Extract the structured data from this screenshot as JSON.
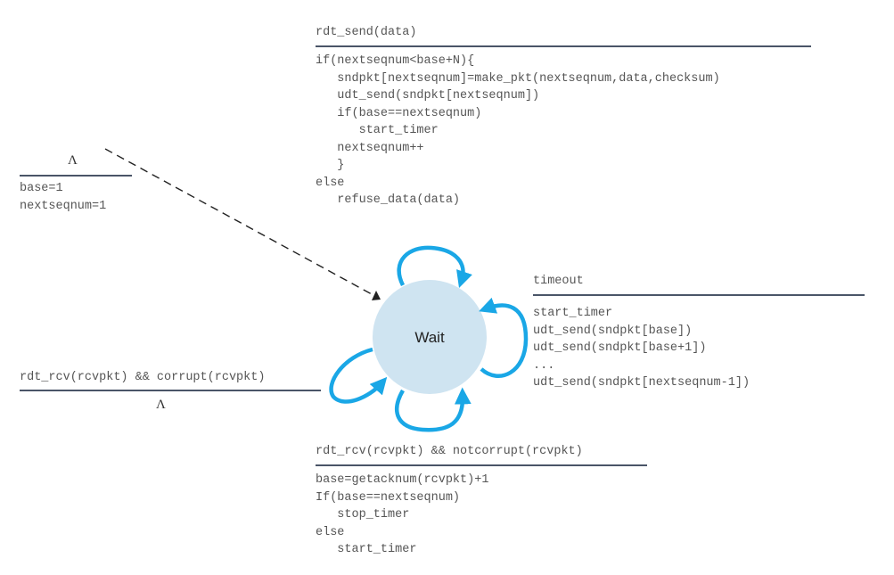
{
  "diagram": {
    "type": "finite-state-machine",
    "title": "GBN sender extended FSM",
    "colors": {
      "state_fill": "#cfe4f1",
      "loop_arrow": "#1aa7e6",
      "rule": "#4a5568",
      "text": "#555555",
      "init_arrow": "#222222"
    },
    "state": {
      "label": "Wait"
    },
    "initial": {
      "event": "Λ",
      "actions": [
        "base=1",
        "nextseqnum=1"
      ]
    },
    "transitions": {
      "send": {
        "event": "rdt_send(data)",
        "actions": [
          "if(nextseqnum<base+N){",
          "   sndpkt[nextseqnum]=make_pkt(nextseqnum,data,checksum)",
          "   udt_send(sndpkt[nextseqnum])",
          "   if(base==nextseqnum)",
          "      start_timer",
          "   nextseqnum++",
          "   }",
          "else",
          "   refuse_data(data)"
        ]
      },
      "timeout": {
        "event": "timeout",
        "actions": [
          "start_timer",
          "udt_send(sndpkt[base])",
          "udt_send(sndpkt[base+1])",
          "...",
          "udt_send(sndpkt[nextseqnum-1])"
        ]
      },
      "corrupt": {
        "event": "rdt_rcv(rcvpkt) && corrupt(rcvpkt)",
        "action": "Λ"
      },
      "ack": {
        "event": "rdt_rcv(rcvpkt) && notcorrupt(rcvpkt)",
        "actions": [
          "base=getacknum(rcvpkt)+1",
          "If(base==nextseqnum)",
          "   stop_timer",
          "else",
          "   start_timer"
        ]
      }
    }
  }
}
